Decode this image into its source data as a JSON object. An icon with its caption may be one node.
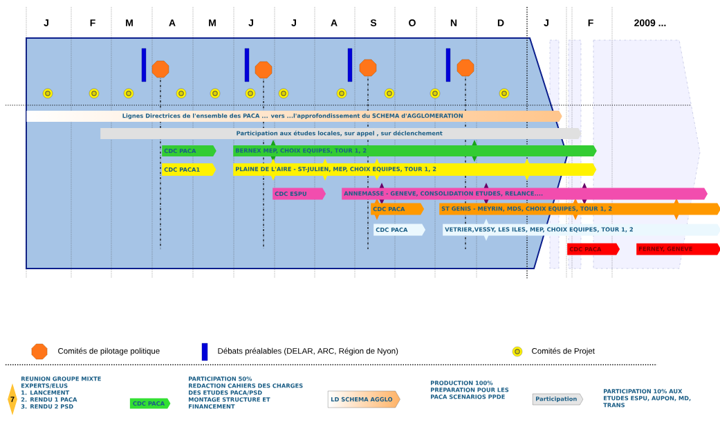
{
  "diagram": {
    "nodes": [
      {
        "text": [
          "Lignes Directrices de l'ensemble des PACA ... vers ...l'approfondissement du SCHEMA d'AGGLOMERATION"
        ]
      },
      {
        "text": [
          "Participation aux études locales, sur appel , sur déclenchement"
        ]
      },
      {
        "text": [
          "CDC PACA"
        ]
      },
      {
        "text": [
          "BERNEX MEP, CHOIX EQUIPES, TOUR 1, 2"
        ]
      },
      {
        "text": [
          "CDC PACA1"
        ]
      },
      {
        "text": [
          "PLAINE DE L'AIRE - ST-JULIEN, MEP, CHOIX EQUIPES, TOUR 1, 2"
        ]
      },
      {
        "text": [
          "CDC ESPU"
        ]
      },
      {
        "text": [
          "ANNEMASSE - GENEVE, CONSOLIDATION ETUDES, RELANCE...."
        ]
      },
      {
        "text": [
          "CDC PACA"
        ]
      },
      {
        "text": [
          "ST GENIS - MEYRIN, MDS, CHOIX EQUIPES, TOUR 1, 2"
        ]
      },
      {
        "text": [
          "CDC PACA"
        ]
      },
      {
        "text": [
          "VETRIER,VESSY, LES ILES, MEP, CHOIX EQUIPES, TOUR 1, 2"
        ]
      },
      {
        "text": [
          "CDC PACA"
        ]
      },
      {
        "text": [
          "FERNEY, GENEVE"
        ]
      },
      {
        "text": [
          "7"
        ],
        "beside": [
          "REUNION GROUPE MIXTE EXPERTS/ELUS",
          "1. LANCEMENT",
          "2. RENDU 1 PACA",
          "3. RENDU 2 PSD"
        ]
      },
      {
        "text": [
          "CDC PACA"
        ],
        "beside": [
          "PARTICIPATION 50%",
          "REDACTION CAHIERS DES CHARGES DES ETUDES PACA/PSD",
          "MONTAGE STRUCTURE ET FINANCEMENT"
        ]
      },
      {
        "text": [
          "LD SCHEMA AGGLO"
        ],
        "beside": [
          "PRODUCTION 100%",
          "PREPARATION POUR LES PACA SCENARIOS PPDE"
        ]
      },
      {
        "text": [
          "Participation"
        ],
        "beside": [
          "PARTICIPATION 10% AUX ETUDES ESPU, AUPON, MD, TRANS"
        ]
      }
    ],
    "labels": [
      "J",
      "F",
      "M",
      "A",
      "M",
      "J",
      "J",
      "A",
      "S",
      "O",
      "N",
      "D",
      "J",
      "F",
      "2009 ..."
    ],
    "legend": [
      {
        "text": "Comités de pilotage politique"
      },
      {
        "text": "Débats préalables (DELAR, ARC, Région de Nyon)"
      },
      {
        "text": "Comités de Projet"
      }
    ]
  }
}
